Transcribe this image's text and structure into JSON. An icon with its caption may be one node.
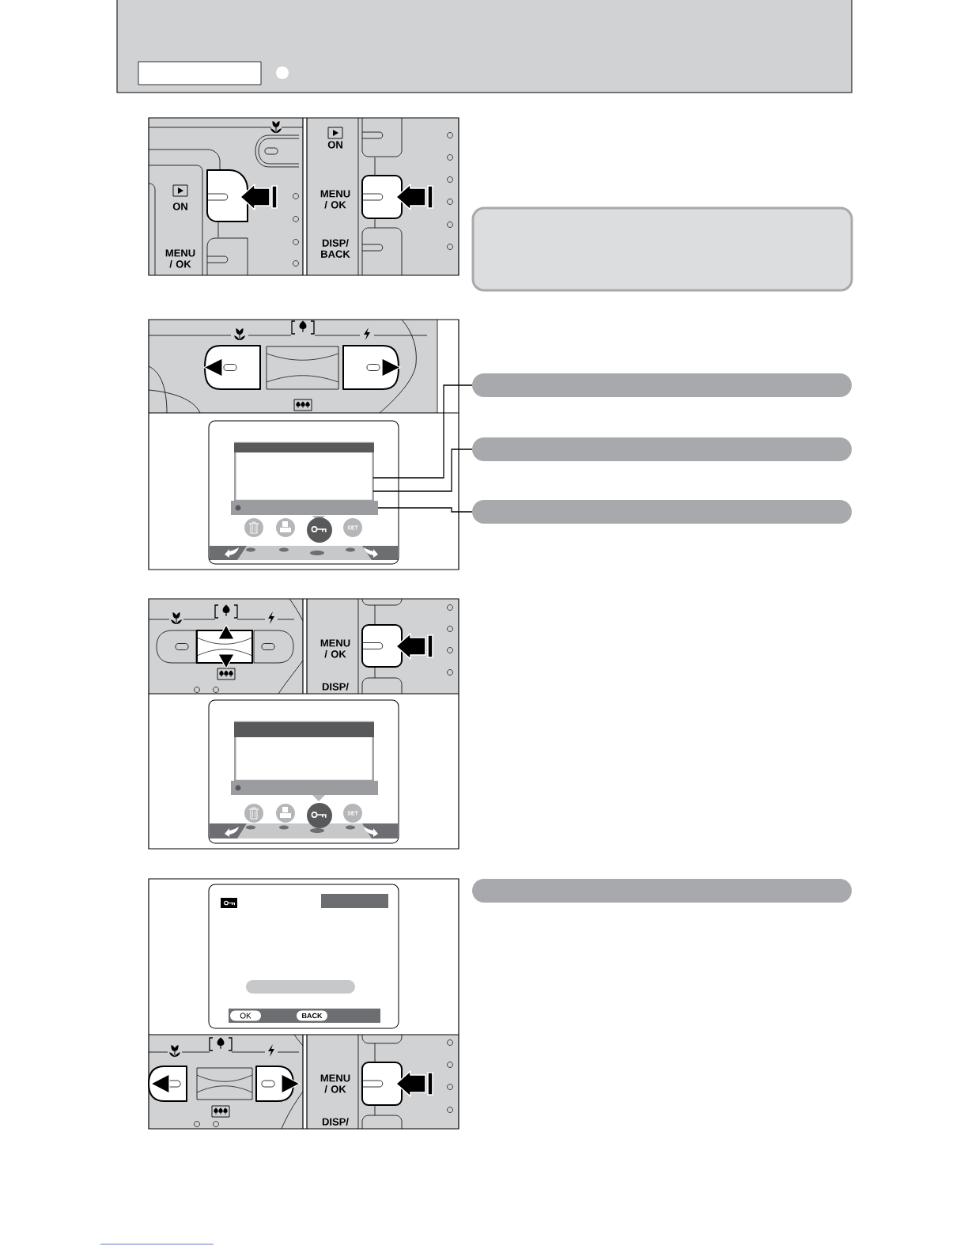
{
  "diagram": {
    "nodes": [
      {
        "text": [],
        "shape": "box"
      },
      {
        "text": [],
        "shape": "bar"
      },
      {
        "text": [],
        "shape": "box"
      },
      {
        "text": [],
        "shape": "bar"
      },
      {
        "text": [],
        "shape": "box"
      },
      {
        "text": [],
        "shape": "bar"
      },
      {
        "text": [
          "SET"
        ]
      },
      {
        "text": [],
        "shape": "box"
      },
      {
        "text": [],
        "shape": "box"
      },
      {
        "text": [
          "SET"
        ]
      },
      {
        "text": [],
        "shape": "bar"
      },
      {
        "text": [],
        "shape": "box"
      },
      {
        "text": [],
        "shape": "bar"
      },
      {
        "text": [
          "OK"
        ]
      },
      {
        "text": [
          "BACK"
        ]
      }
    ],
    "edges": [
      {
        "from": 1,
        "to": 2,
        "arrow": "none"
      },
      {
        "from": 3,
        "to": 2,
        "arrow": "none"
      },
      {
        "from": 5,
        "to": 4,
        "arrow": "none"
      }
    ],
    "labels": [
      "ON",
      "MENU / OK",
      "ON",
      "MENU / OK",
      "DISP/ BACK",
      "MENU / OK",
      "DISP/",
      "MENU / OK",
      "DISP/"
    ]
  }
}
